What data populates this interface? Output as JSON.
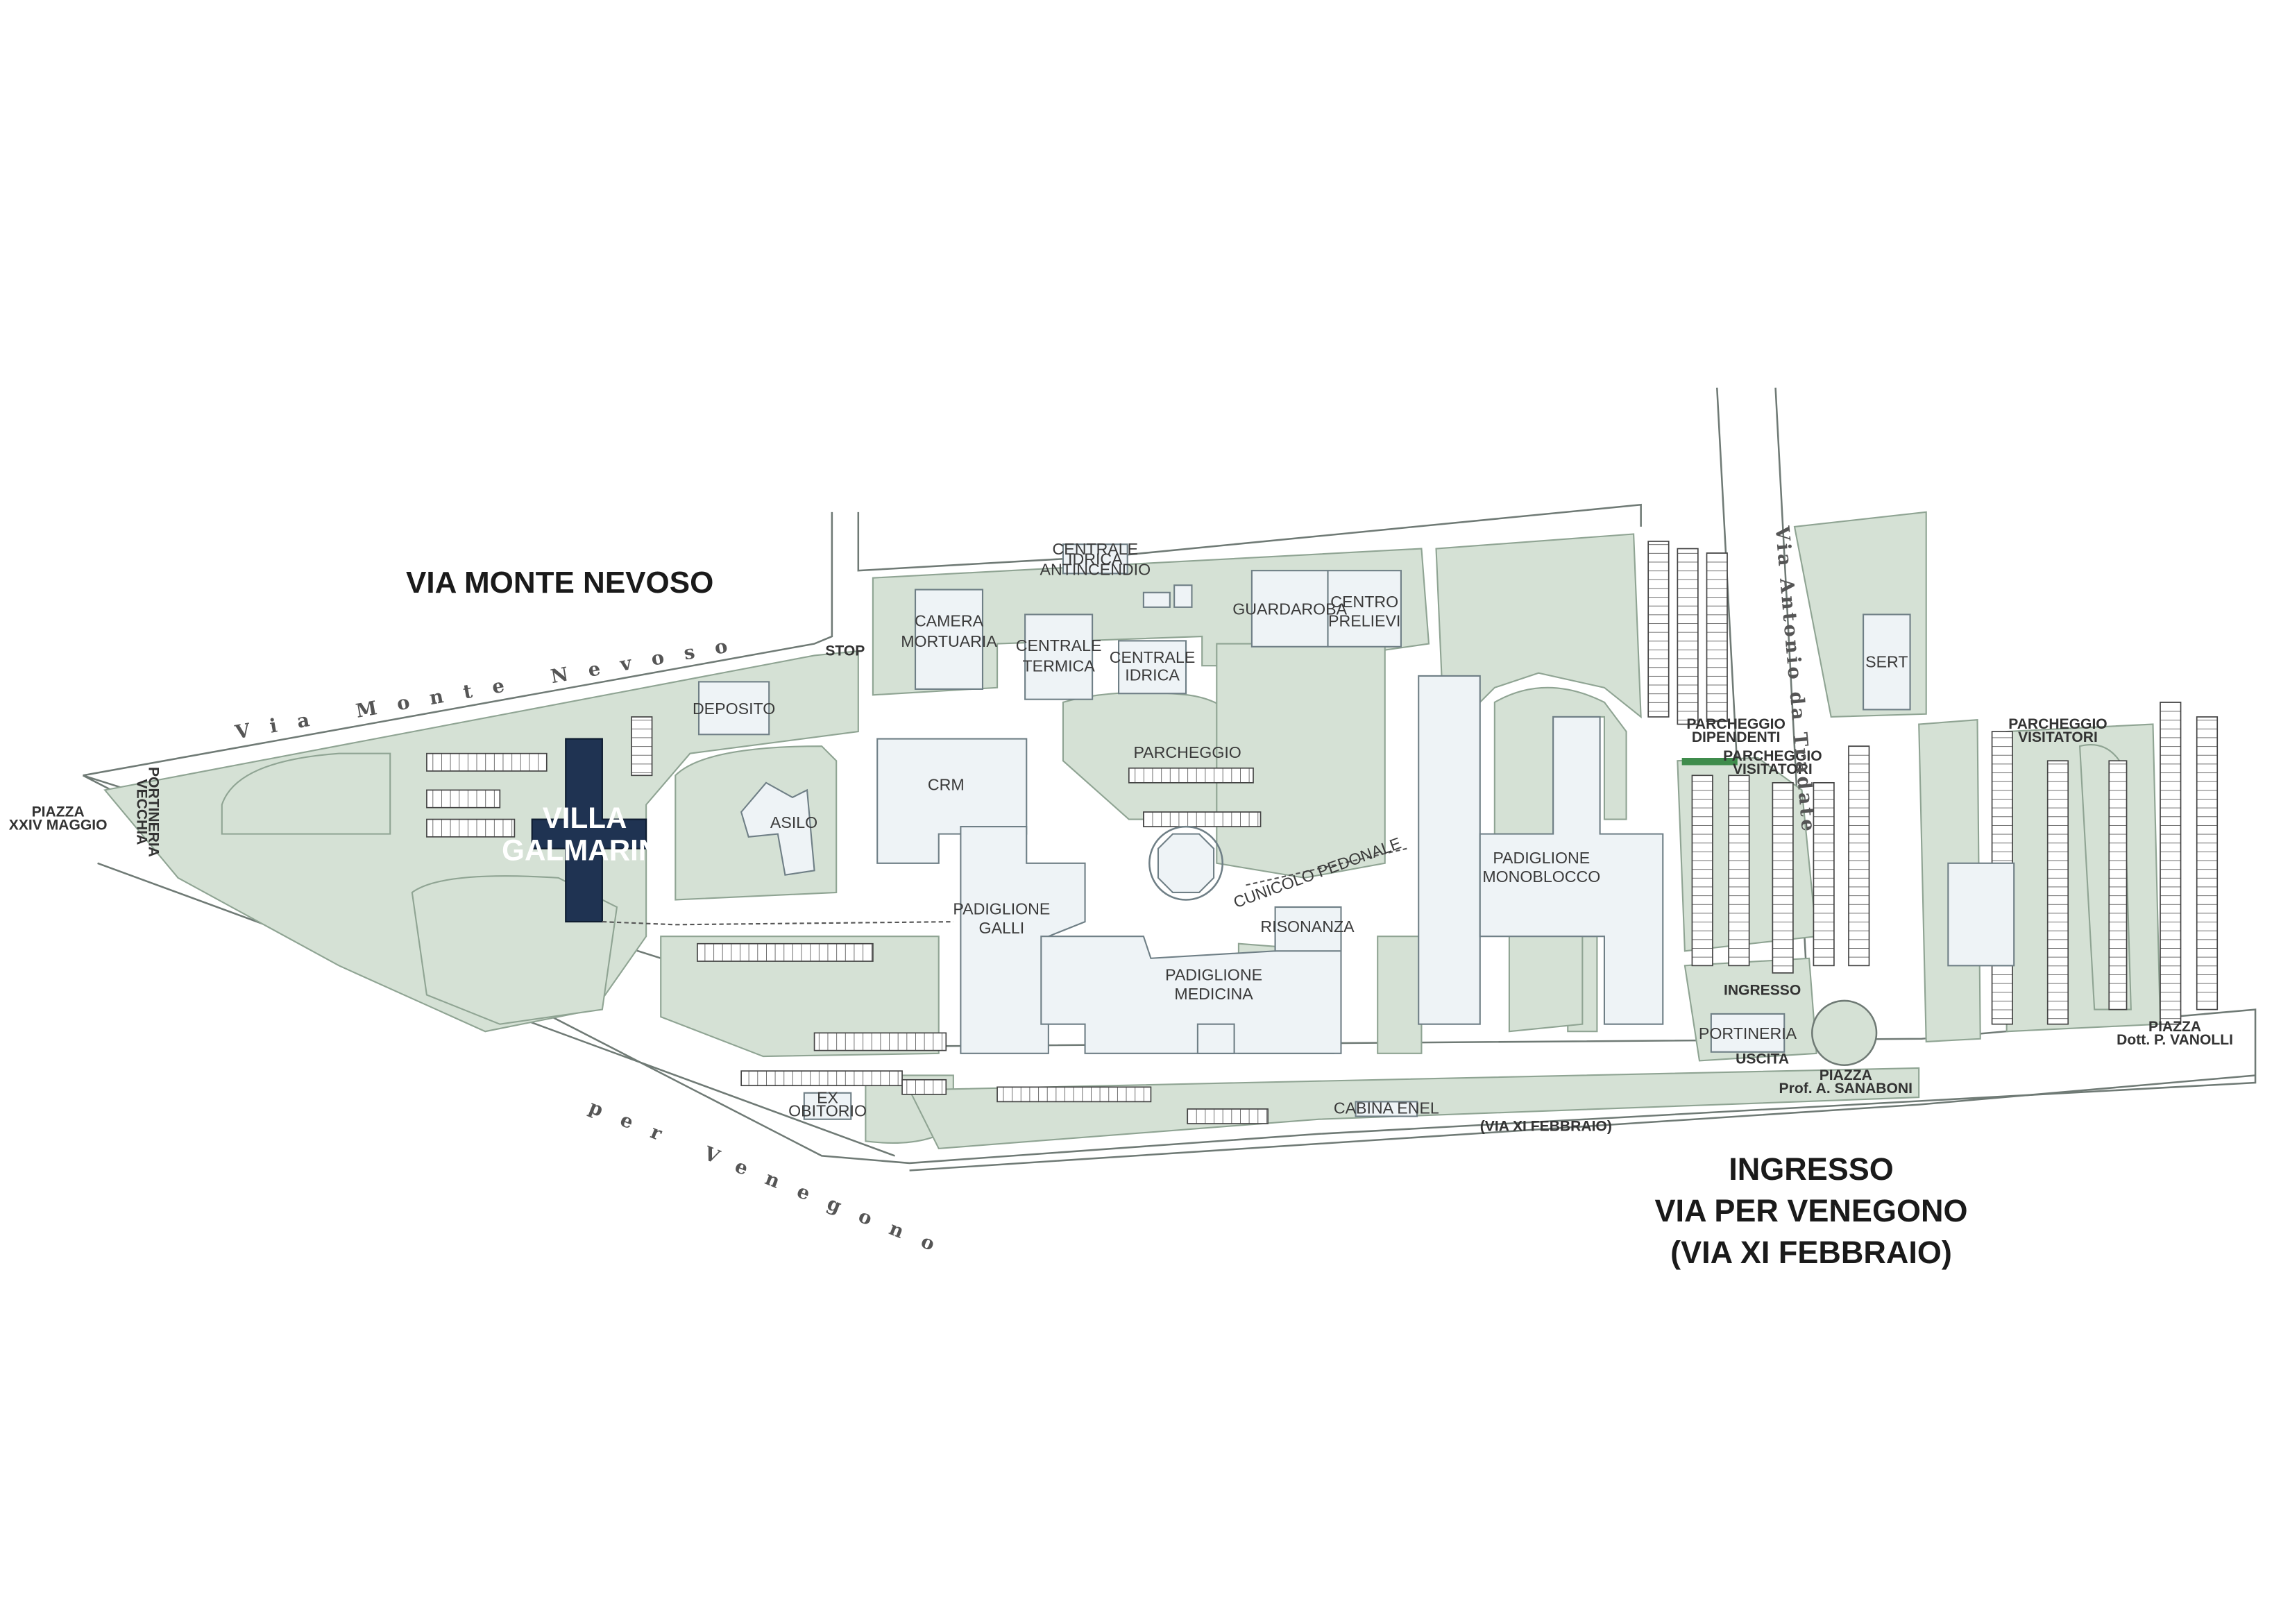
{
  "streets": {
    "north": "VIA MONTE NEVOSO",
    "entrance_lines": [
      "INGRESSO",
      "VIA PER VENEGONO",
      "(VIA XI FEBBRAIO)"
    ],
    "road_labels": {
      "via_monte_nevoso_road": "Via Monte Nevoso",
      "via_per_venegono_road": "per Venegono",
      "via_xi_febbraio": "(VIA XI FEBBRAIO)",
      "via_antonio": "Via Antonio da Tradate"
    }
  },
  "places": {
    "piazza_xxiv": [
      "PIAZZA",
      "XXIV MAGGIO"
    ],
    "vecchia_portineria": [
      "VECCHIA",
      "PORTINERIA"
    ],
    "piazza_sanaboni": [
      "PIAZZA",
      "Prof. A. SANABONI"
    ],
    "piazza_vanoli": [
      "PIAZZA",
      "Dott. P. VANOLLI"
    ]
  },
  "buildings": {
    "villa": [
      "VILLA",
      "GALMARINI"
    ],
    "deposito": "DEPOSITO",
    "asilo": "ASILO",
    "crm": "CRM",
    "camera_mortuaria": [
      "CAMERA",
      "MORTUARIA"
    ],
    "centrale_termica": [
      "CENTRALE",
      "TERMICA"
    ],
    "centrale_idrica": [
      "CENTRALE",
      "IDRICA"
    ],
    "centrale_antincendio": [
      "CENTRALE",
      "IDRICA",
      "ANTINCENDIO"
    ],
    "guardaroba": "GUARDAROBA",
    "centro_prelievi": [
      "CENTRO",
      "PRELIEVI"
    ],
    "padiglione_galli": [
      "PADIGLIONE",
      "GALLI"
    ],
    "padiglione_medicina": [
      "PADIGLIONE",
      "MEDICINA"
    ],
    "padiglione_monoblocco": [
      "PADIGLIONE",
      "MONOBLOCCO"
    ],
    "risonanza": "RISONANZA",
    "ex_obitorio": [
      "EX",
      "OBITORIO"
    ],
    "cabina_enel": "CABINA ENEL",
    "portineria": "PORTINERIA",
    "sert": "SERT",
    "parcheggio": "PARCHEGGIO",
    "cunicolo": "CUNICOLO PEDONALE"
  },
  "parking": {
    "dipendenti": [
      "PARCHEGGIO",
      "DIPENDENTI"
    ],
    "visitatori_1": [
      "PARCHEGGIO",
      "VISITATORI"
    ],
    "visitatori_2": [
      "PARCHEGGIO",
      "VISITATORI"
    ]
  },
  "gates": {
    "ingresso": "INGRESSO",
    "uscita": "USCITA",
    "stop": "STOP"
  },
  "colors": {
    "green": "#d5e1d5",
    "green_stroke": "#8fa493",
    "building": "#eef3f6",
    "building_stroke": "#6f7f86",
    "villa": "#1f3352",
    "outline": "#6f7a75"
  }
}
